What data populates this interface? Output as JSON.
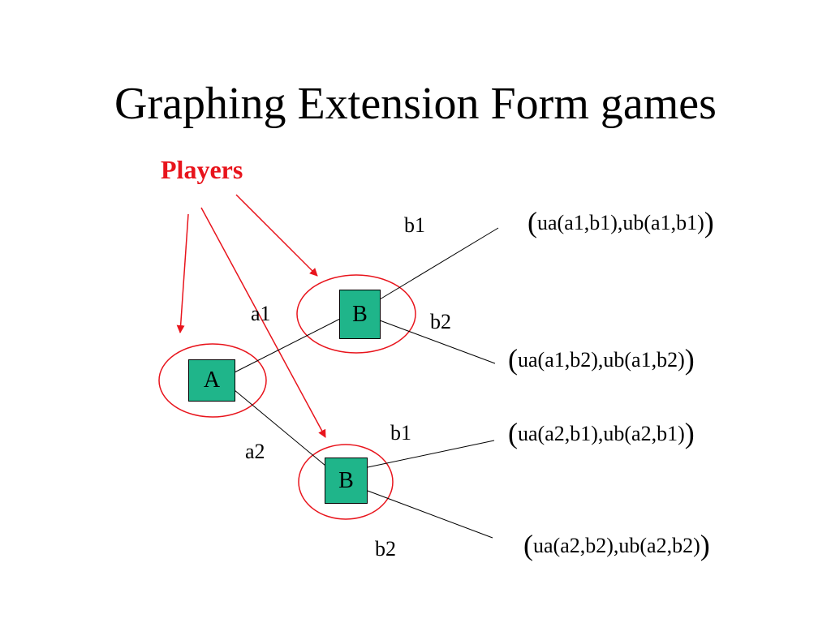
{
  "title": "Graphing Extension Form games",
  "players_label": "Players",
  "nodes": {
    "a": "A",
    "b_top": "B",
    "b_bottom": "B"
  },
  "actions": {
    "a1": "a1",
    "a2": "a2",
    "top_b1": "b1",
    "top_b2": "b2",
    "bottom_b1": "b1",
    "bottom_b2": "b2"
  },
  "payoffs": {
    "p1": "ua(a1,b1),ub(a1,b1)",
    "p2": "ua(a1,b2),ub(a1,b2)",
    "p3": "ua(a2,b1),ub(a2,b1)",
    "p4": "ua(a2,b2),ub(a2,b2)",
    "open": "(",
    "close": ")"
  },
  "colors": {
    "node_fill": "#1fb58a",
    "annotation": "#e8141c"
  }
}
